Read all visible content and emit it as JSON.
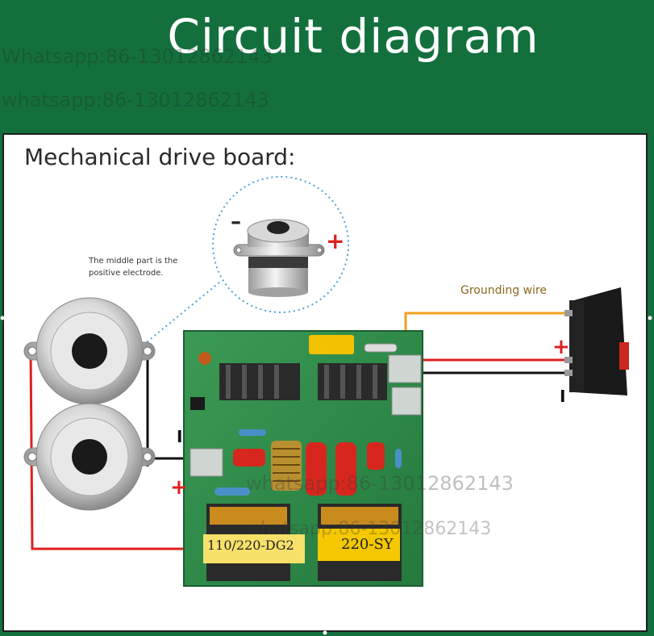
{
  "title": "Circuit diagram",
  "watermarks": [
    "Whatsapp:86-13012862143",
    "whatsapp:86-13012862143",
    "whatsapp:86-13012862143",
    "whatsapp:86-13012862143"
  ],
  "heading": "Mechanical drive board:",
  "note_line1": "The middle part is the",
  "note_line2": "positive electrode.",
  "grounding_label": "Grounding wire",
  "polarity": {
    "minus": "–",
    "plus": "+",
    "neutral": "I"
  },
  "board_labels": {
    "left": "110/220-DG2",
    "right": "220-SY"
  },
  "colors": {
    "green_bg": "#13703d",
    "wire_red": "#e02020",
    "wire_black": "#111111",
    "wire_orange": "#f0a020",
    "pcb": "#2f8a48"
  }
}
